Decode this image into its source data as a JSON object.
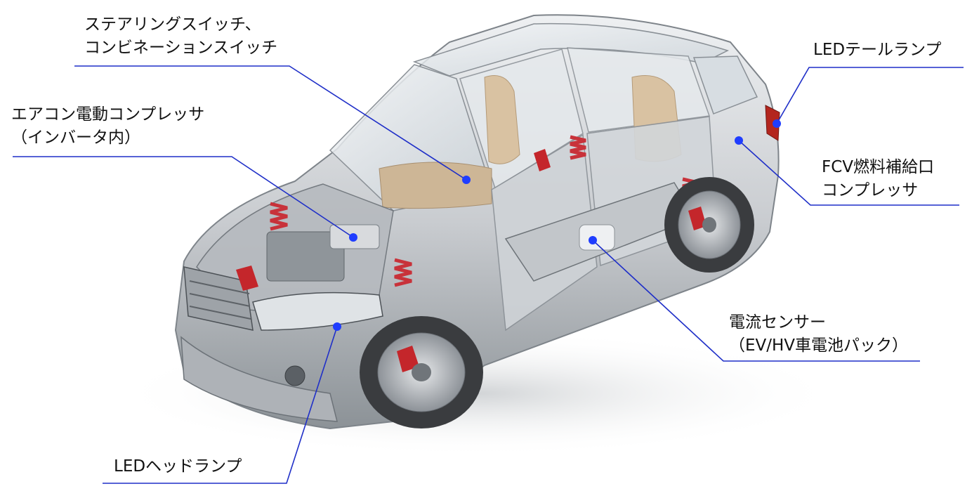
{
  "colors": {
    "leader_line": "#1f2fc8",
    "callout_dot": "#1f3dff",
    "body_silver": "#c9ccd0",
    "body_shadow": "#7e848a",
    "glass": "#dfe5ea",
    "interior_beige": "#d9c2a2",
    "brake_red": "#c4262b",
    "spring_red": "#c8323a",
    "tire": "#3a3c3f",
    "rim": "#b9bdc2"
  },
  "callouts": {
    "steering": {
      "line1": "ステアリングスイッチ、",
      "line2": "コンビネーションスイッチ"
    },
    "aircon": {
      "line1": "エアコン電動コンプレッサ",
      "line2": "（インバータ内）"
    },
    "tail_lamp": {
      "line1": "LEDテールランプ"
    },
    "fcv": {
      "line1": "FCV燃料補給口",
      "line2": "コンプレッサ"
    },
    "current_sensor": {
      "line1": "電流センサー",
      "line2": "（EV/HV車電池パック）"
    },
    "head_lamp": {
      "line1": "LEDヘッドランプ"
    }
  }
}
